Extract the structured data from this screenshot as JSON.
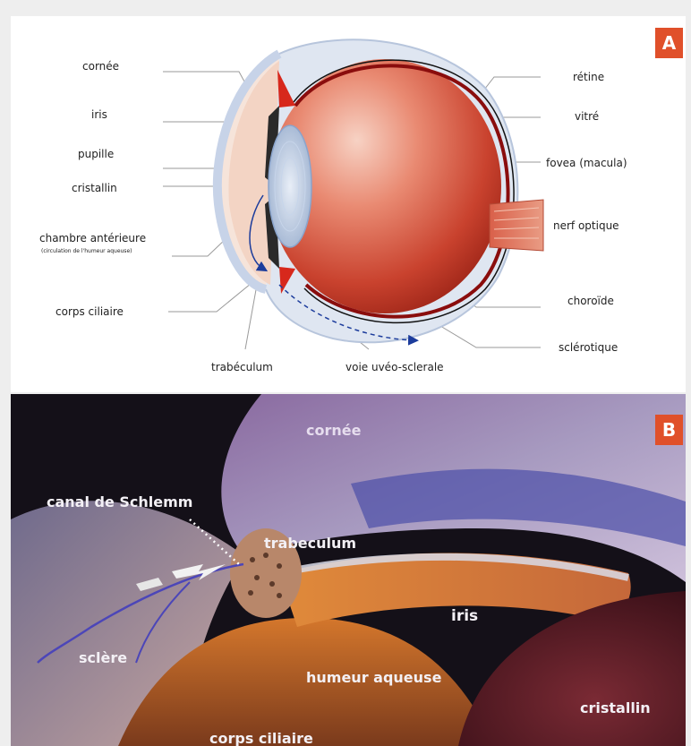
{
  "panel_a": {
    "badge": "A",
    "labels_left": {
      "cornea": "cornée",
      "iris": "iris",
      "pupil": "pupille",
      "lens": "cristallin",
      "anterior_chamber": "chambre antérieure",
      "anterior_chamber_note": "(circulation de l'humeur aqueuse)",
      "ciliary_body": "corps ciliaire"
    },
    "labels_right": {
      "retina": "rétine",
      "vitreous": "vitré",
      "fovea": "fovea (macula)",
      "optic_nerve": "nerf optique",
      "choroid": "choroïde",
      "sclera": "sclérotique"
    },
    "labels_bottom": {
      "trabeculum": "trabéculum",
      "uveoscleral": "voie uvéo-sclerale"
    }
  },
  "panel_b": {
    "badge": "B",
    "labels": {
      "cornea": "cornée",
      "schlemm": "canal de Schlemm",
      "trabeculum": "trabeculum",
      "iris": "iris",
      "sclera": "sclère",
      "aqueous": "humeur aqueuse",
      "lens": "cristallin",
      "ciliary": "corps ciliaire"
    }
  }
}
